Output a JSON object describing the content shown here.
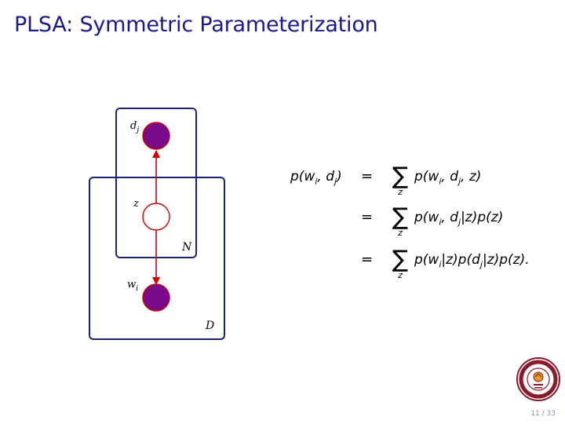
{
  "title": "PLSA: Symmetric Parameterization",
  "diagram": {
    "nodes": {
      "d": {
        "label": "d",
        "sub": "j",
        "observed": true
      },
      "z": {
        "label": "z",
        "observed": false
      },
      "w": {
        "label": "w",
        "sub": "i",
        "observed": true
      }
    },
    "plates": {
      "inner": "N",
      "outer": "D"
    },
    "colors": {
      "observed_fill": "#7a0a8c",
      "node_stroke": "#cc0000",
      "edge": "#cc0000",
      "plate": "#1a237e"
    }
  },
  "equations": {
    "lhs": "p(w",
    "lhs_sub_i": "i",
    "lhs_mid": ", d",
    "lhs_sub_j": "j",
    "lhs_end": ")",
    "eq_sign": "=",
    "sum_symbol": "∑",
    "sum_sub": "z",
    "row1": {
      "a": "p(w",
      "a_sub": "i",
      "b": ", d",
      "b_sub": "j",
      "c": ", z)"
    },
    "row2": {
      "a": "p(w",
      "a_sub": "i",
      "b": ", d",
      "b_sub": "j",
      "c": "|z)p(z)"
    },
    "row3": {
      "a": "p(w",
      "a_sub": "i",
      "b": "|z)p(d",
      "b_sub": "j",
      "c": "|z)p(z)."
    }
  },
  "seal_icon": "university-seal",
  "page": {
    "current": "11",
    "total": "33",
    "separator": " / "
  }
}
